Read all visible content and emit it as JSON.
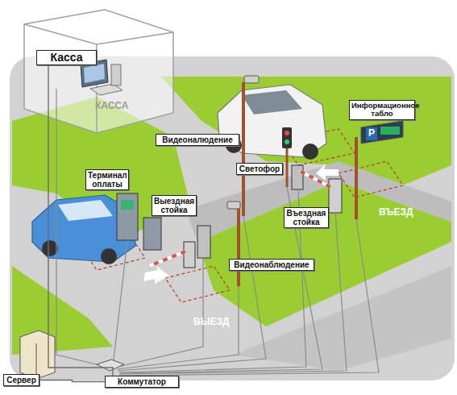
{
  "diagram": {
    "nodes": [
      {
        "text": [
          "Касса"
        ]
      },
      {
        "text": [
          "Терминал оплаты"
        ]
      },
      {
        "text": [
          "Видеоналюдение"
        ]
      },
      {
        "text": [
          "Информационное табло"
        ]
      },
      {
        "text": [
          "Светофор"
        ]
      },
      {
        "text": [
          "Выездная стойка"
        ]
      },
      {
        "text": [
          "Въездная стойка"
        ]
      },
      {
        "text": [
          "Видеонаблюдение"
        ]
      },
      {
        "text": [
          "Сервер"
        ]
      },
      {
        "text": [
          "Коммутатор"
        ]
      }
    ],
    "edges": [
      {
        "from": 0,
        "to": 9,
        "arrow": "none"
      },
      {
        "from": 8,
        "to": 9,
        "arrow": "none"
      }
    ],
    "labels": [
      "КАССА",
      "P",
      "ВЪЕЗД",
      "ВЫЕЗД"
    ]
  }
}
